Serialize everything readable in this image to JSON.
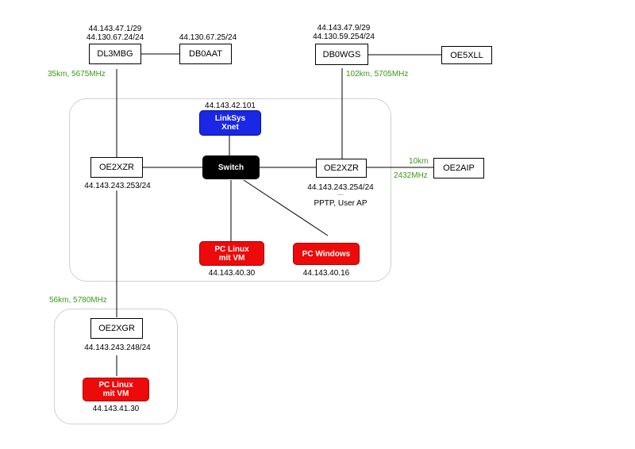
{
  "nodes": {
    "dl3mbg": {
      "label": "DL3MBG",
      "ip1": "44.143.47.1/29",
      "ip2": "44.130.67.24/24"
    },
    "db0aat": {
      "label": "DB0AAT",
      "ip": "44.130.67.25/24"
    },
    "db0wgs": {
      "label": "DB0WGS",
      "ip1": "44.143.47.9/29",
      "ip2": "44.130.59.254/24"
    },
    "oe5xll": {
      "label": "OE5XLL"
    },
    "linksys": {
      "label": "LinkSys\nXnet",
      "ip": "44.143.42.101"
    },
    "switch": {
      "label": "Switch"
    },
    "oe2xzr_left": {
      "label": "OE2XZR",
      "ip": "44.143.243.253/24"
    },
    "oe2xzr_right": {
      "label": "OE2XZR",
      "ip": "44.143.243.254/24",
      "note_dots": "....",
      "note": "PPTP, User AP"
    },
    "oe2aip": {
      "label": "OE2AIP"
    },
    "pc_linux": {
      "label": "PC Linux\nmit VM",
      "ip": "44.143.40.30"
    },
    "pc_windows": {
      "label": "PC Windows",
      "ip": "44.143.40.16"
    },
    "oe2xgr": {
      "label": "OE2XGR",
      "ip": "44.143.243.248/24"
    },
    "pc_linux2": {
      "label": "PC Linux\nmit VM",
      "ip": "44.143.41.30"
    }
  },
  "links": {
    "dl3mbg_oe2xzr": "35km, 5675MHz",
    "db0wgs_oe2xzr": "102km, 5705MHz",
    "oe2xzr_oe2aip_top": "10km",
    "oe2xzr_oe2aip_bottom": "2432MHz",
    "oe2xzr_oe2xgr": "56km, 5780MHz"
  },
  "colors": {
    "link_label": "#3a9a1a",
    "blue_node": "#1a27e6",
    "red_node": "#ee0a0a",
    "switch": "#000000"
  }
}
